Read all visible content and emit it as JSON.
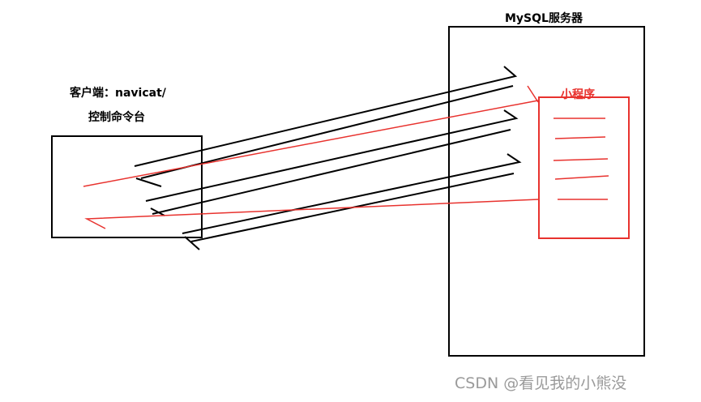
{
  "client": {
    "label_line1": "客户端：navicat/",
    "label_line2": "控制命令台"
  },
  "server": {
    "label": "MySQL服务器",
    "program_label": "小程序"
  },
  "watermark": "CSDN @看见我的小熊没",
  "colors": {
    "black": "#000000",
    "red": "#e8322e",
    "watermark": "#9a9a9a"
  }
}
